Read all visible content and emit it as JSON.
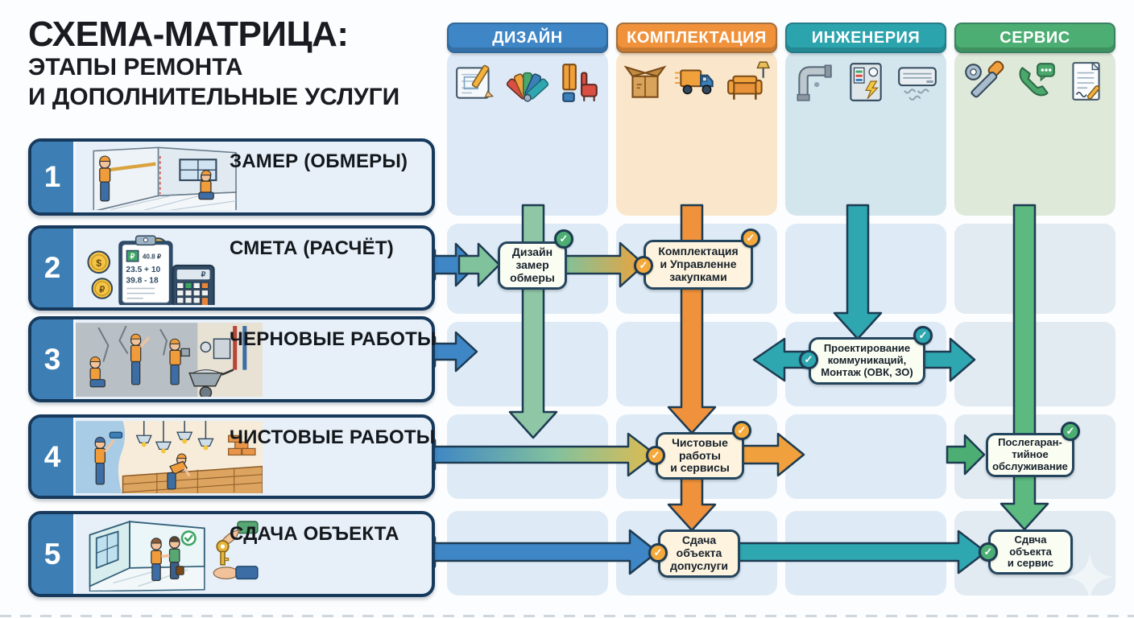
{
  "title": {
    "line1": "СХЕМА-МАТРИЦА:",
    "line2": "ЭТАПЫ РЕМОНТА",
    "line3": "И ДОПОЛНИТЕЛЬНЫЕ УСЛУГИ"
  },
  "columns": [
    {
      "label": "ДИЗАЙН",
      "color": "#3e86c6",
      "tint": "#dde9f6",
      "icons": [
        "blueprint-icon",
        "color-swatches-icon",
        "furniture-icon"
      ]
    },
    {
      "label": "КОМПЛЕКТАЦИЯ",
      "color": "#f0923b",
      "tint": "#fae7cb",
      "icons": [
        "cardboard-box-icon",
        "delivery-truck-icon",
        "sofa-lamp-icon"
      ]
    },
    {
      "label": "ИНЖЕНЕРИЯ",
      "color": "#2ba4ae",
      "tint": "#d3e6ee",
      "icons": [
        "pipes-icon",
        "electric-panel-icon",
        "ac-unit-icon"
      ]
    },
    {
      "label": "СЕРВИС",
      "color": "#4cae73",
      "tint": "#dfe9da",
      "icons": [
        "tools-icon",
        "phone-chat-icon",
        "contract-icon"
      ]
    }
  ],
  "stages": [
    {
      "number": "1",
      "label": "ЗАМЕР (ОБМЕРЫ)"
    },
    {
      "number": "2",
      "label": "СМЕТА (РАСЧЁТ)"
    },
    {
      "number": "3",
      "label": "ЧЕРНОВЫЕ РАБОТЫ"
    },
    {
      "number": "4",
      "label": "ЧИСТОВЫЕ РАБОТЫ"
    },
    {
      "number": "5",
      "label": "СДАЧА ОБЪЕКТА"
    }
  ],
  "nodes": [
    {
      "lines": [
        "Дизайн",
        "замер",
        "обмеры"
      ]
    },
    {
      "lines": [
        "Комплектация",
        "и Управленне",
        "закупками"
      ]
    },
    {
      "lines": [
        "Проектирование",
        "коммуникаций,",
        "Монтаж (ОВК, ЗО)"
      ]
    },
    {
      "lines": [
        "Чистовые",
        "работы",
        "и сервисы"
      ]
    },
    {
      "lines": [
        "Послегаран-",
        "тийное",
        "обслуживание"
      ]
    },
    {
      "lines": [
        "Сдача",
        "объекта",
        "допуслуги"
      ]
    },
    {
      "lines": [
        "Сдвча",
        "объекта",
        "и сервис"
      ]
    }
  ],
  "estimate_card": {
    "clipboard_note": "40.8 ₽",
    "calc_line1": "23.5 + 10",
    "calc_line2": "39.8 - 18",
    "coin1": "$",
    "coin2": "₽",
    "coin3": "₽"
  },
  "check_glyph": "✓",
  "palette": {
    "arrow_blue": "#3e86c6",
    "arrow_green": "#7fc29b",
    "arrow_orange": "#f0923b",
    "arrow_teal": "#2fa7b0",
    "arrow_service_green": "#4cae73",
    "outline": "#1d3b52",
    "node_cream": "#fdf3de",
    "node_white": "#fafdf2",
    "card_border": "#16395c",
    "card_fill": "#e7f0f8",
    "number_strip": "#3d7fb5"
  }
}
